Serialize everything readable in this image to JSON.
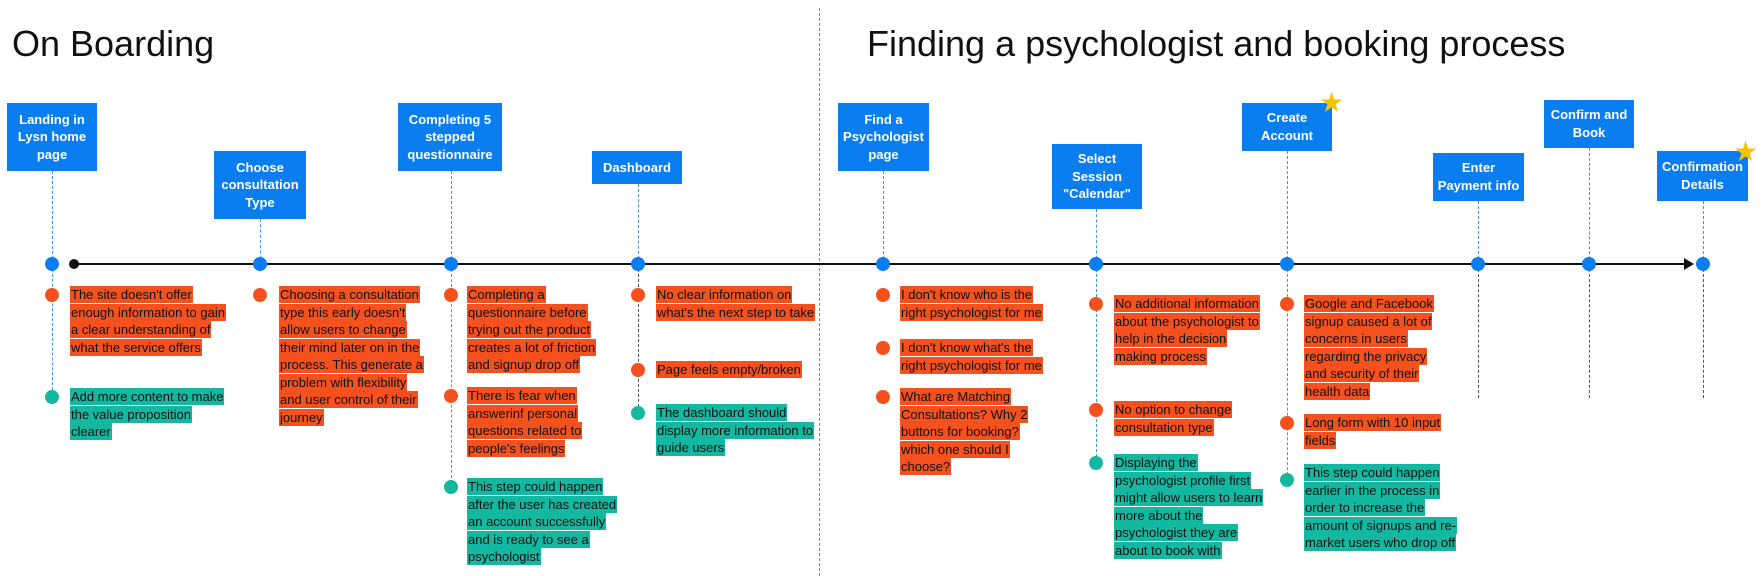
{
  "sections": {
    "left_title": "On Boarding",
    "right_title": "Finding a psychologist and booking process"
  },
  "stages": [
    {
      "label": "Landing in\nLysn home\npage"
    },
    {
      "label": "Choose\nconsultation\nType"
    },
    {
      "label": "Completing 5\nstepped\nquestionnaire"
    },
    {
      "label": "Dashboard"
    },
    {
      "label": "Find a\nPsychologist\npage"
    },
    {
      "label": "Select\nSession\n\"Calendar\""
    },
    {
      "label": "Create\nAccount",
      "starred": true
    },
    {
      "label": "Enter\nPayment info"
    },
    {
      "label": "Confirm and\nBook"
    },
    {
      "label": "Confirmation\nDetails",
      "starred": true
    }
  ],
  "notes": [
    {
      "stage": 0,
      "type": "pain",
      "text": "The site doesn't offer enough information to gain a clear understanding of what the service offers"
    },
    {
      "stage": 0,
      "type": "idea",
      "text": "Add more content to make the value proposition clearer"
    },
    {
      "stage": 1,
      "type": "pain",
      "text": "Choosing a consultation type this early doesn't allow users to change their mind later on in the process. This generate a problem with flexibility and user control of their journey"
    },
    {
      "stage": 2,
      "type": "pain",
      "text": "Completing a questionnaire before trying out the product creates a lot of friction and signup drop off"
    },
    {
      "stage": 2,
      "type": "pain",
      "text": "There is fear when answerinf personal questions related to people's feelings"
    },
    {
      "stage": 2,
      "type": "idea",
      "text": "This step could happen after the user has created an account successfully and is ready to see a psychologist"
    },
    {
      "stage": 3,
      "type": "pain",
      "text": "No clear information on  what's the next step to take"
    },
    {
      "stage": 3,
      "type": "pain",
      "text": "Page feels empty/broken"
    },
    {
      "stage": 3,
      "type": "idea",
      "text": "The dashboard should display more information to guide users"
    },
    {
      "stage": 4,
      "type": "pain",
      "text": "I don't know who is the right psychologist for me"
    },
    {
      "stage": 4,
      "type": "pain",
      "text": "I don't know what's the right psychologist for me"
    },
    {
      "stage": 4,
      "type": "pain",
      "text": "What are Matching Consultations? Why 2 buttons for booking? which one should I choose?"
    },
    {
      "stage": 5,
      "type": "pain",
      "text": "No additional information about the psychologist to help in the decision making process"
    },
    {
      "stage": 5,
      "type": "pain",
      "text": "No option to change consultation type"
    },
    {
      "stage": 5,
      "type": "idea",
      "text": "Displaying the psychologist profile first might allow users to learn more about the psychologist they are about to book with"
    },
    {
      "stage": 6,
      "type": "pain",
      "text": "Google and Facebook signup caused a lot of concerns in users regarding the privacy and security of their health data"
    },
    {
      "stage": 6,
      "type": "pain",
      "text": "Long form with 10 input fields"
    },
    {
      "stage": 6,
      "type": "idea",
      "text": "This step could happen earlier in the process in order to increase the amount of signups and re-market users who drop off"
    }
  ],
  "colors": {
    "stage_box": "#0a7df0",
    "pain_point": "#f4511e",
    "opportunity": "#14b8a0",
    "star": "#f7c300"
  },
  "icons": {
    "star": "star-icon"
  }
}
